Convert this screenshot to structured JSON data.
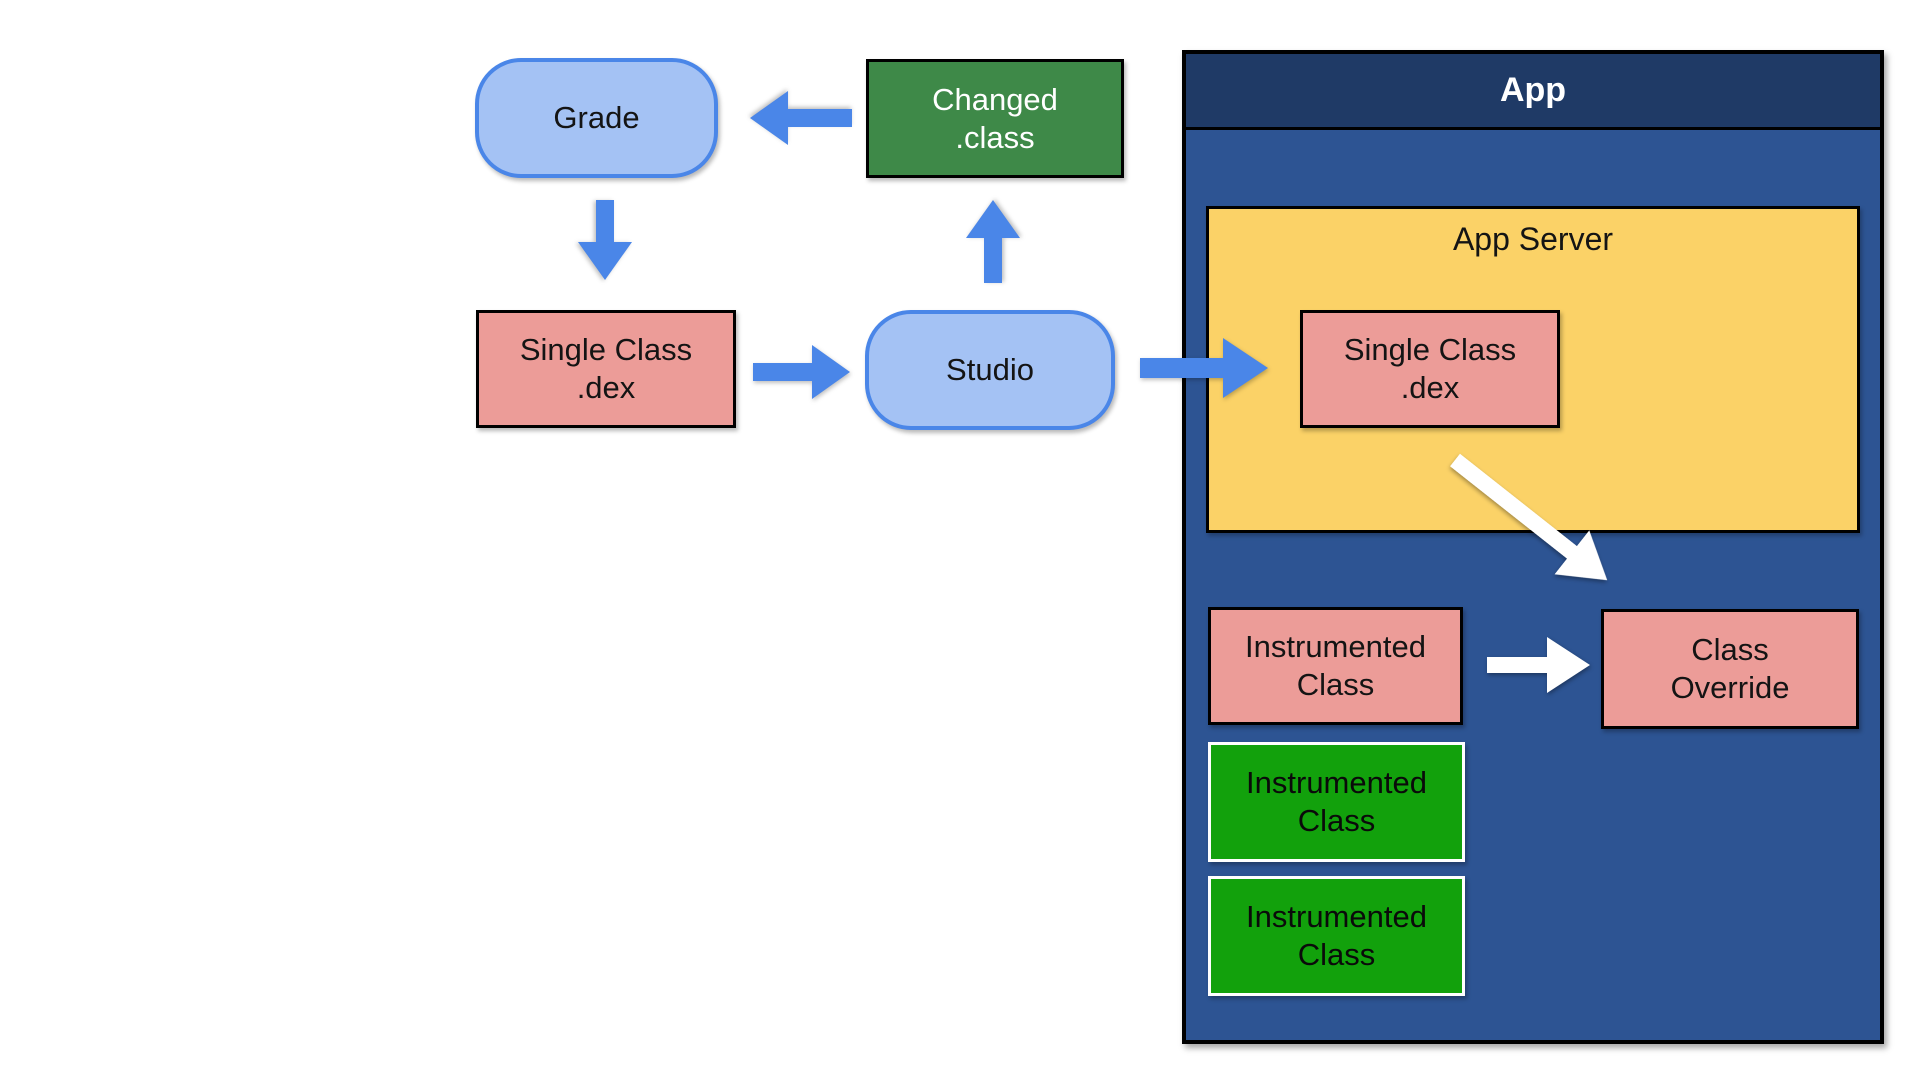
{
  "diagram": {
    "grade_label": "Grade",
    "changed_class_label": "Changed\n.class",
    "single_class_dex_label": "Single Class\n.dex",
    "studio_label": "Studio",
    "app_title": "App",
    "app_server_label": "App Server",
    "server_single_class_dex_label": "Single Class\n.dex",
    "instrumented_class_pink_label": "Instrumented\nClass",
    "class_override_label": "Class\nOverride",
    "instrumented_class_green_1_label": "Instrumented\nClass",
    "instrumented_class_green_2_label": "Instrumented\nClass"
  },
  "colors": {
    "bubble_fill": "#a4c2f4",
    "bubble_stroke": "#4a86e8",
    "arrow_blue": "#4a86e8",
    "arrow_white": "#ffffff",
    "changed_class_green": "#3e8948",
    "instrumented_green": "#12a10c",
    "class_pink": "#ec9c98",
    "app_server_yellow": "#fbd267",
    "app_header_navy": "#1f3a66",
    "app_body_blue": "#2d5493"
  }
}
